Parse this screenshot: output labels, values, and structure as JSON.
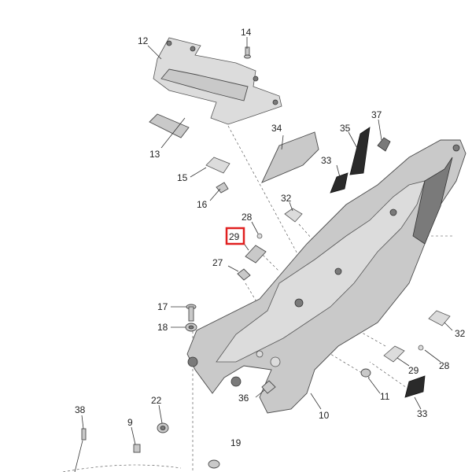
{
  "diagram": {
    "callouts": {
      "c12": "12",
      "c14": "14",
      "c13": "13",
      "c15": "15",
      "c16": "16",
      "c34": "34",
      "c35": "35",
      "c37": "37",
      "c33a": "33",
      "c32a": "32",
      "c28a": "28",
      "c29a": "29",
      "c27": "27",
      "c17": "17",
      "c18": "18",
      "c32b": "32",
      "c28b": "28",
      "c29b": "29",
      "c11": "11",
      "c10": "10",
      "c36": "36",
      "c33b": "33",
      "c22": "22",
      "c9": "9",
      "c38": "38",
      "c19": "19"
    },
    "highlight_color": "#e02020"
  }
}
